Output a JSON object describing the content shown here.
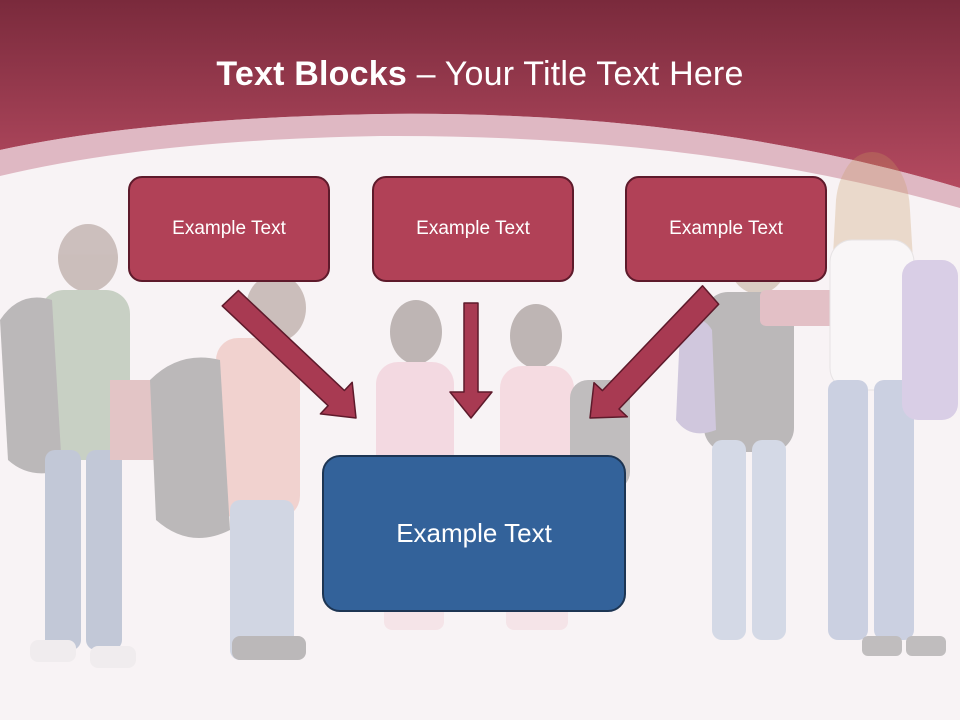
{
  "slide": {
    "title_bold": "Text Blocks",
    "title_rest": " – Your Title Text Here"
  },
  "boxes": {
    "top_left": "Example Text",
    "top_center": "Example Text",
    "top_right": "Example Text",
    "main": "Example Text"
  },
  "colors": {
    "header_top": "#7a2a3c",
    "header_bottom": "#b44a60",
    "box_fill": "#b14157",
    "box_border": "#5e1a2b",
    "main_fill": "#33629a",
    "main_border": "#1d3553",
    "arrow": "#a83a52",
    "background": "#f8f3f5"
  }
}
